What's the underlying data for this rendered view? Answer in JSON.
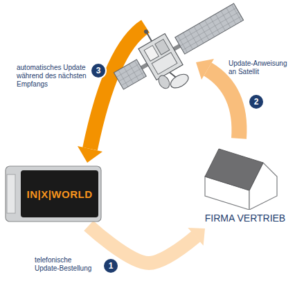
{
  "diagram": {
    "nodes": [
      {
        "text": [
          "IN|X|WORLD"
        ]
      },
      {
        "text": [
          "FIRMA VERTRIEB"
        ]
      }
    ],
    "edges": [
      {
        "from": 0,
        "to": 1,
        "arrow": "to"
      }
    ],
    "labels": [
      "automatisches Update während des nächsten Empfangs",
      "3",
      "Update-Anweisung an Satellit",
      "2",
      "telefonische Update-Bestellung",
      "1"
    ]
  }
}
